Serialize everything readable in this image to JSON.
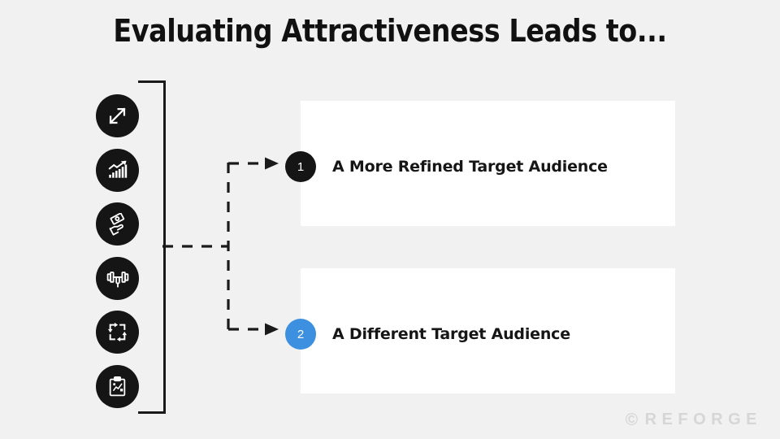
{
  "slide": {
    "title": "Evaluating Attractiveness Leads to...",
    "background_color": "#f1f1f1"
  },
  "icon_rail": {
    "circle_color": "#151515",
    "glyph_color": "#ffffff",
    "items": [
      {
        "name": "expand-arrows-icon",
        "label": "Market Size"
      },
      {
        "name": "growth-chart-icon",
        "label": "Growth Rate"
      },
      {
        "name": "hand-money-icon",
        "label": "Willingness to Pay"
      },
      {
        "name": "barbell-icon",
        "label": "Competitive Strength"
      },
      {
        "name": "cycle-arrows-icon",
        "label": "Retention Cycle"
      },
      {
        "name": "clipboard-chart-icon",
        "label": "Evaluation"
      }
    ]
  },
  "connectors": {
    "line_color": "#1a1a1a",
    "style": "dashed",
    "branch_count": 2
  },
  "outcomes": [
    {
      "number": "1",
      "label": "A More Refined Target Audience",
      "badge_color": "#151515"
    },
    {
      "number": "2",
      "label": "A Different Target Audience",
      "badge_color": "#3d8fe0"
    }
  ],
  "footer": {
    "copyright_symbol": "©",
    "brand": "REFORGE",
    "color": "#d6d6d6"
  }
}
